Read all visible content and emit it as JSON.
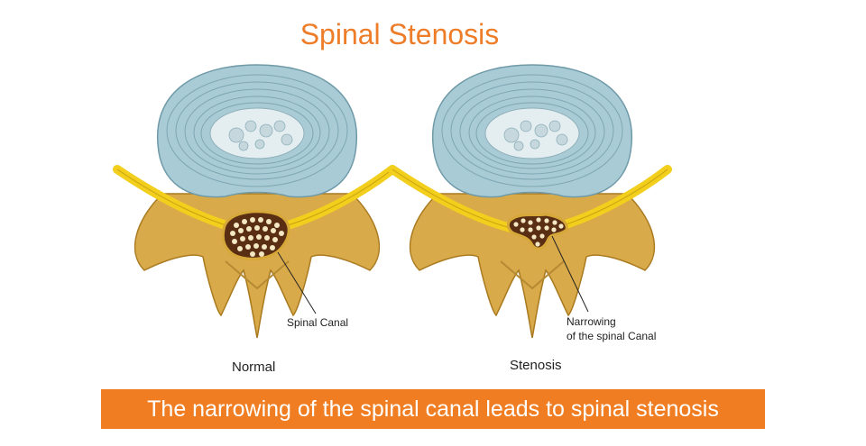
{
  "title": "Spinal Stenosis",
  "panels": [
    {
      "caption": "Normal",
      "label": "Spinal Canal"
    },
    {
      "caption": "Stenosis",
      "label_line1": "Narrowing",
      "label_line2": "of the spinal Canal"
    }
  ],
  "banner": "The narrowing of the spinal canal leads to spinal stenosis",
  "colors": {
    "accent": "#f07d22",
    "disc": "#a9cbd6",
    "bone": "#d9aa4a",
    "nerve": "#f2cf1c",
    "canal": "#5a2e12"
  }
}
